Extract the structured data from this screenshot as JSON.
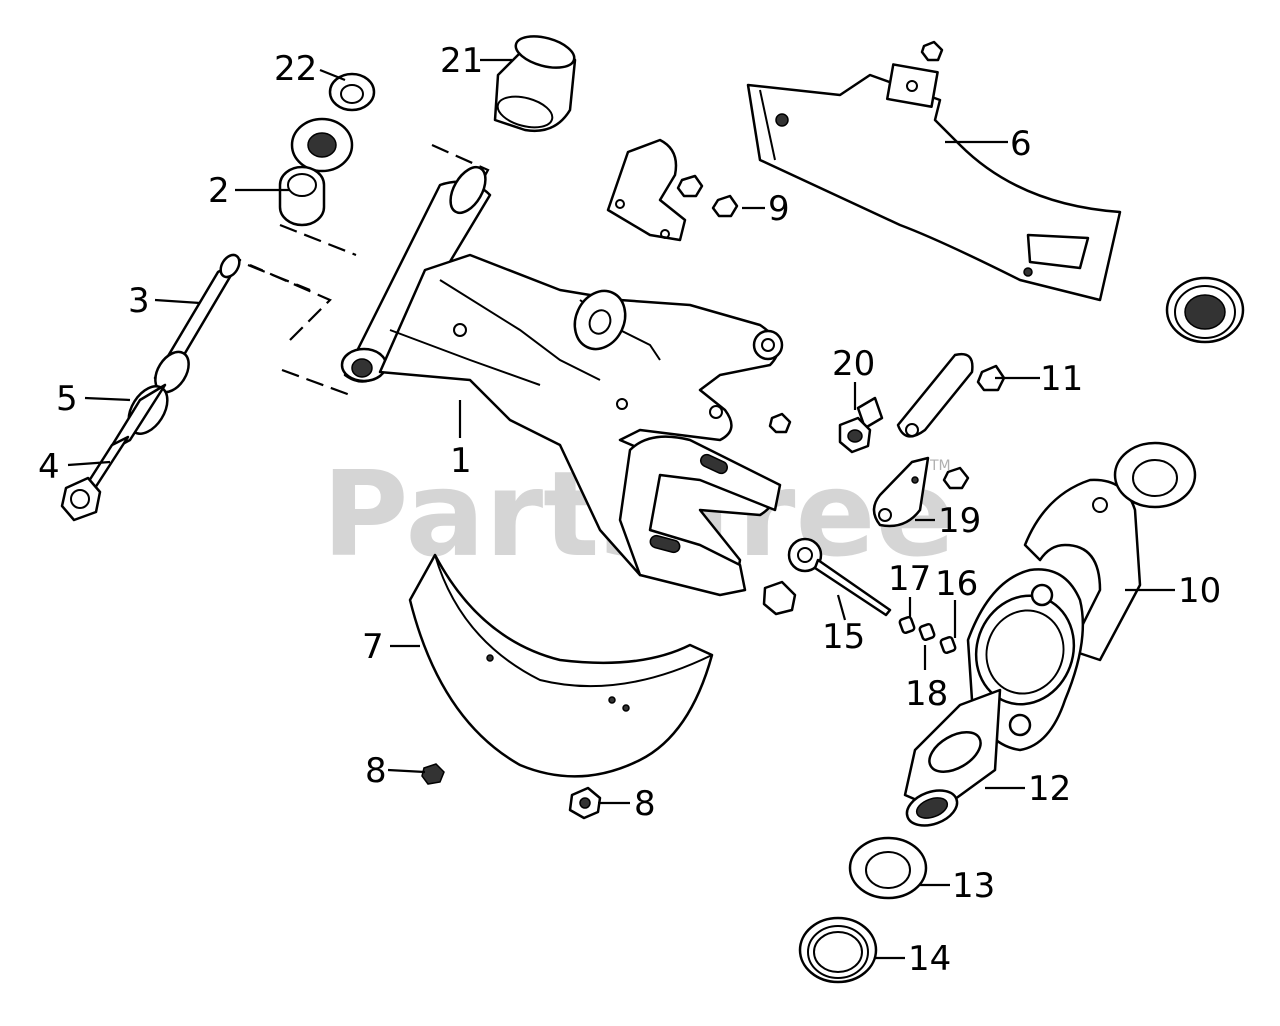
{
  "watermark": {
    "text": "PartsTree",
    "trademark": "TM"
  },
  "callouts": [
    {
      "id": "c1",
      "text": "1"
    },
    {
      "id": "c2",
      "text": "2"
    },
    {
      "id": "c3",
      "text": "3"
    },
    {
      "id": "c4",
      "text": "4"
    },
    {
      "id": "c5",
      "text": "5"
    },
    {
      "id": "c6",
      "text": "6"
    },
    {
      "id": "c7",
      "text": "7"
    },
    {
      "id": "c8a",
      "text": "8"
    },
    {
      "id": "c8b",
      "text": "8"
    },
    {
      "id": "c9",
      "text": "9"
    },
    {
      "id": "c10",
      "text": "10"
    },
    {
      "id": "c11",
      "text": "11"
    },
    {
      "id": "c12",
      "text": "12"
    },
    {
      "id": "c13",
      "text": "13"
    },
    {
      "id": "c14",
      "text": "14"
    },
    {
      "id": "c15",
      "text": "15"
    },
    {
      "id": "c16",
      "text": "16"
    },
    {
      "id": "c17",
      "text": "17"
    },
    {
      "id": "c18",
      "text": "18"
    },
    {
      "id": "c19",
      "text": "19"
    },
    {
      "id": "c20",
      "text": "20"
    },
    {
      "id": "c21",
      "text": "21"
    },
    {
      "id": "c22",
      "text": "22"
    }
  ]
}
